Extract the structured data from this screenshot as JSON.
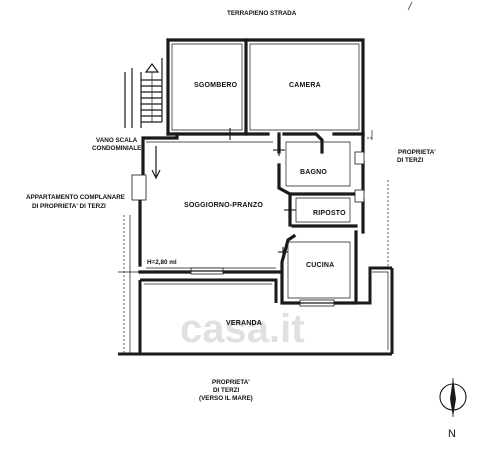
{
  "labels": {
    "north_road": "TERRAPIENO STRADA",
    "stair": [
      "VANO SCALA",
      "CONDOMINIALE"
    ],
    "left_neighbor": [
      "APPARTAMENTO COMPLANARE",
      "DI PROPRIETA' DI TERZI"
    ],
    "right_neighbor": [
      "PROPRIETA'",
      "DI TERZI"
    ],
    "south": [
      "PROPRIETA'",
      "DI TERZI",
      "(VERSO IL MARE)"
    ],
    "height": "H=2,80 ml",
    "compass": "N"
  },
  "rooms": {
    "sgombero": "SGOMBERO",
    "camera": "CAMERA",
    "bagno": "BAGNO",
    "soggiorno": "SOGGIORNO-PRANZO",
    "ripostiglio": "RIPOSTO",
    "cucina": "CUCINA",
    "veranda": "VERANDA"
  },
  "watermark": "casa.it"
}
